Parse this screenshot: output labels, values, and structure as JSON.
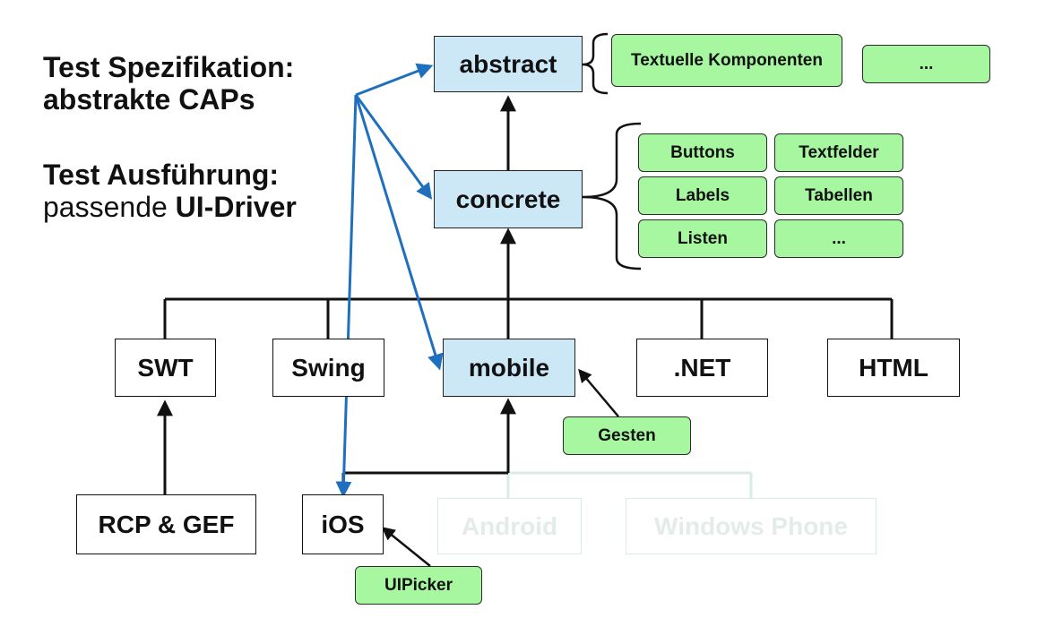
{
  "headings": {
    "spec_line1": "Test Spezifikation:",
    "spec_line2": "abstrakte CAPs",
    "exec_line1": "Test Ausführung:",
    "exec_line2_plain": "passende ",
    "exec_line2_bold": "UI-Driver"
  },
  "levels": {
    "abstract": "abstract",
    "concrete": "concrete",
    "mobile": "mobile"
  },
  "toolkits": {
    "swt": "SWT",
    "swing": "Swing",
    "dotnet": ".NET",
    "html": "HTML",
    "rcp_gef": "RCP & GEF",
    "ios": "iOS",
    "android": "Android",
    "windows_phone": "Windows Phone"
  },
  "components": {
    "abstract_items": [
      "Textuelle Komponenten",
      "..."
    ],
    "concrete_items": [
      "Buttons",
      "Textfelder",
      "Labels",
      "Tabellen",
      "Listen",
      "..."
    ],
    "mobile_extra": "Gesten",
    "ios_extra": "UIPicker"
  },
  "colors": {
    "blue_box": "#cce8f7",
    "green_pill": "#a6f7a0",
    "arrow_blue": "#1f6fbf",
    "faded": "#d9ece4"
  }
}
